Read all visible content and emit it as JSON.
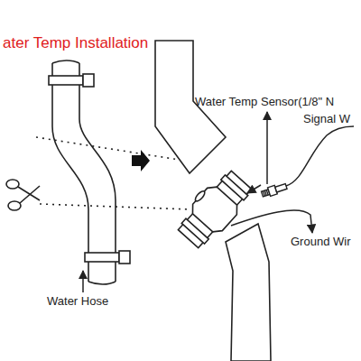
{
  "diagram": {
    "title": "ater Temp Installation",
    "labels": [
      "Water Hose",
      "Water Temp Sensor(1/8\" N",
      "Signal W",
      "Ground Wir"
    ]
  }
}
